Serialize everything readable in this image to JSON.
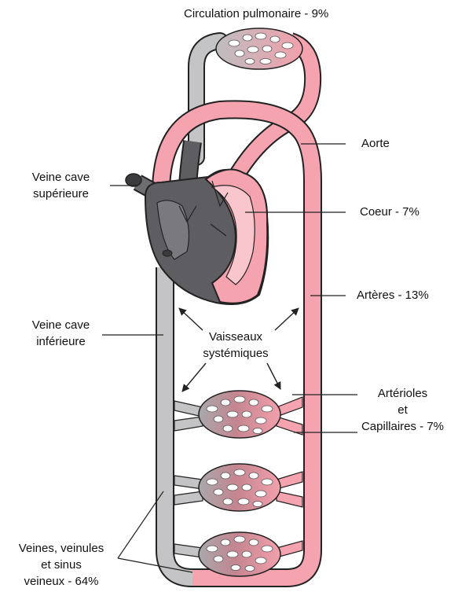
{
  "labels": {
    "pulmonary": "Circulation pulmonaire - 9%",
    "aorta": "Aorte",
    "heart": "Coeur - 7%",
    "arteries": "Artères - 13%",
    "svc_line1": "Veine cave",
    "svc_line2": "supérieure",
    "ivc_line1": "Veine cave",
    "ivc_line2": "inférieure",
    "systemic_line1": "Vaisseaux",
    "systemic_line2": "systémiques",
    "arterioles_line1": "Artérioles",
    "arterioles_line2": "et",
    "arterioles_line3": "Capillaires - 7%",
    "veins_line1": "Veines, veinules",
    "veins_line2": "et sinus",
    "veins_line3": "veineux - 64%"
  },
  "colors": {
    "artery": "#f5a3ae",
    "artery_dark": "#e97b8b",
    "vein": "#c4c4c6",
    "vein_dark": "#6d6d70",
    "heart_chamber_dark": "#5e5e62",
    "outline": "#222222"
  }
}
